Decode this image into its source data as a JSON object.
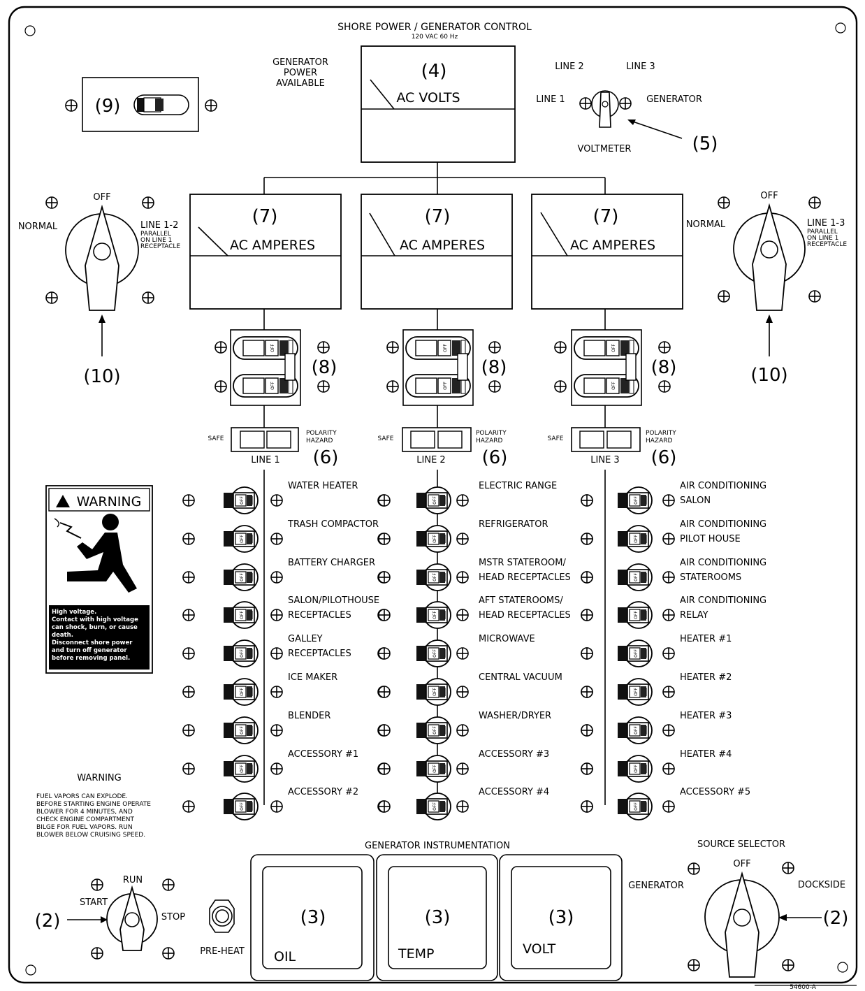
{
  "title": "SHORE POWER / GENERATOR CONTROL",
  "subtitle": "120 VAC 60 Hz",
  "gen_power_available": [
    "GENERATOR",
    "POWER",
    "AVAILABLE"
  ],
  "callouts": {
    "c2": "(2)",
    "c3": "(3)",
    "c4": "(4)",
    "c5": "(5)",
    "c6": "(6)",
    "c7": "(7)",
    "c8": "(8)",
    "c9": "(9)",
    "c10": "(10)"
  },
  "voltmeter": {
    "label": "AC VOLTS"
  },
  "ammeter_label": "AC AMPERES",
  "voltmeter_switch": {
    "line1": "LINE 1",
    "line2": "LINE 2",
    "line3": "LINE 3",
    "generator": "GENERATOR",
    "name": "VOLTMETER"
  },
  "left_selector": {
    "off": "OFF",
    "normal": "NORMAL",
    "line": "LINE 1-2",
    "parallel": [
      "PARALLEL",
      "ON LINE 1",
      "RECEPTACLE"
    ]
  },
  "right_selector": {
    "off": "OFF",
    "normal": "NORMAL",
    "line": "LINE 1-3",
    "parallel": [
      "PARALLEL",
      "ON LINE 1",
      "RECEPTACLE"
    ]
  },
  "polarity": {
    "safe": "SAFE",
    "hazard": [
      "POLARITY",
      "HAZARD"
    ]
  },
  "breaker_text": "OFF",
  "lines": [
    "LINE 1",
    "LINE 2",
    "LINE 3"
  ],
  "circuits": {
    "line1": [
      {
        "a": "WATER HEATER",
        "b": ""
      },
      {
        "a": "TRASH COMPACTOR",
        "b": ""
      },
      {
        "a": "BATTERY CHARGER",
        "b": ""
      },
      {
        "a": "SALON/PILOTHOUSE",
        "b": "RECEPTACLES"
      },
      {
        "a": "GALLEY",
        "b": "RECEPTACLES"
      },
      {
        "a": "ICE MAKER",
        "b": ""
      },
      {
        "a": "BLENDER",
        "b": ""
      },
      {
        "a": "ACCESSORY #1",
        "b": ""
      },
      {
        "a": "ACCESSORY #2",
        "b": ""
      }
    ],
    "line2": [
      {
        "a": "ELECTRIC RANGE",
        "b": ""
      },
      {
        "a": "REFRIGERATOR",
        "b": ""
      },
      {
        "a": "MSTR STATEROOM/",
        "b": "HEAD RECEPTACLES"
      },
      {
        "a": "AFT STATEROOMS/",
        "b": "HEAD RECEPTACLES"
      },
      {
        "a": "MICROWAVE",
        "b": ""
      },
      {
        "a": "CENTRAL VACUUM",
        "b": ""
      },
      {
        "a": "WASHER/DRYER",
        "b": ""
      },
      {
        "a": "ACCESSORY #3",
        "b": ""
      },
      {
        "a": "ACCESSORY #4",
        "b": ""
      }
    ],
    "line3": [
      {
        "a": "AIR CONDITIONING",
        "b": "SALON"
      },
      {
        "a": "AIR CONDITIONING",
        "b": "PILOT HOUSE"
      },
      {
        "a": "AIR CONDITIONING",
        "b": "STATEROOMS"
      },
      {
        "a": "AIR CONDITIONING",
        "b": "RELAY"
      },
      {
        "a": "HEATER #1",
        "b": ""
      },
      {
        "a": "HEATER #2",
        "b": ""
      },
      {
        "a": "HEATER #3",
        "b": ""
      },
      {
        "a": "HEATER #4",
        "b": ""
      },
      {
        "a": "ACCESSORY #5",
        "b": ""
      }
    ]
  },
  "warning_label": {
    "header": "WARNING",
    "body": [
      "High voltage.",
      "Contact with high voltage",
      "can shock, burn, or cause",
      "death.",
      "Disconnect shore power",
      "and turn off generator",
      "before removing panel."
    ]
  },
  "fuel_warning": {
    "title": "WARNING",
    "lines": [
      "FUEL VAPORS CAN EXPLODE.",
      "BEFORE STARTING ENGINE OPERATE",
      "BLOWER FOR 4 MINUTES,  AND",
      "CHECK ENGINE COMPARTMENT",
      "BILGE FOR FUEL VAPORS. RUN",
      "BLOWER BELOW CRUISING SPEED."
    ]
  },
  "gen_switch": {
    "run": "RUN",
    "start": "START",
    "stop": "STOP"
  },
  "preheat": "PRE-HEAT",
  "instrumentation": {
    "title": "GENERATOR INSTRUMENTATION",
    "gauges": [
      "OIL",
      "TEMP",
      "VOLT"
    ]
  },
  "source_selector": {
    "title": "SOURCE SELECTOR",
    "off": "OFF",
    "generator": "GENERATOR",
    "dockside": "DOCKSIDE"
  },
  "part_number": "54600-A"
}
